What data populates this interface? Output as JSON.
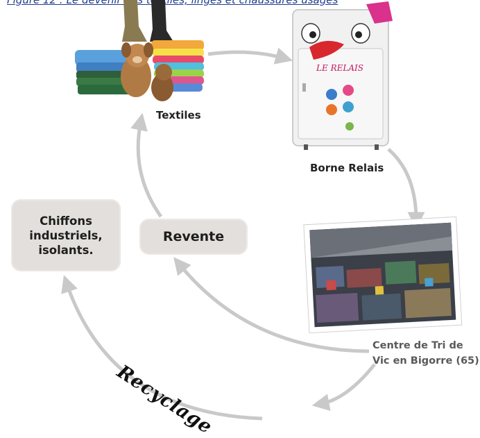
{
  "caption": "Figure 12 : Le devenir des textiles, linges et chaussures usagés",
  "nodes": {
    "textiles": "Textiles",
    "borne": "Borne Relais",
    "centre_line1": "Centre de Tri de",
    "centre_line2": "Vic en Bigorre (65)",
    "revente": "Revente",
    "chiffons_line1": "Chiffons",
    "chiffons_line2": "industriels,",
    "chiffons_line3": "isolants."
  },
  "recycling_label": "Recyclage",
  "bin_brand": "LE RELAIS",
  "colors": {
    "arrow": "#c9c9c9",
    "box": "#e3dfdc",
    "caption": "#1f3b8f",
    "bin_body": "#f1f1f1",
    "bin_brand": "#c2185b"
  }
}
